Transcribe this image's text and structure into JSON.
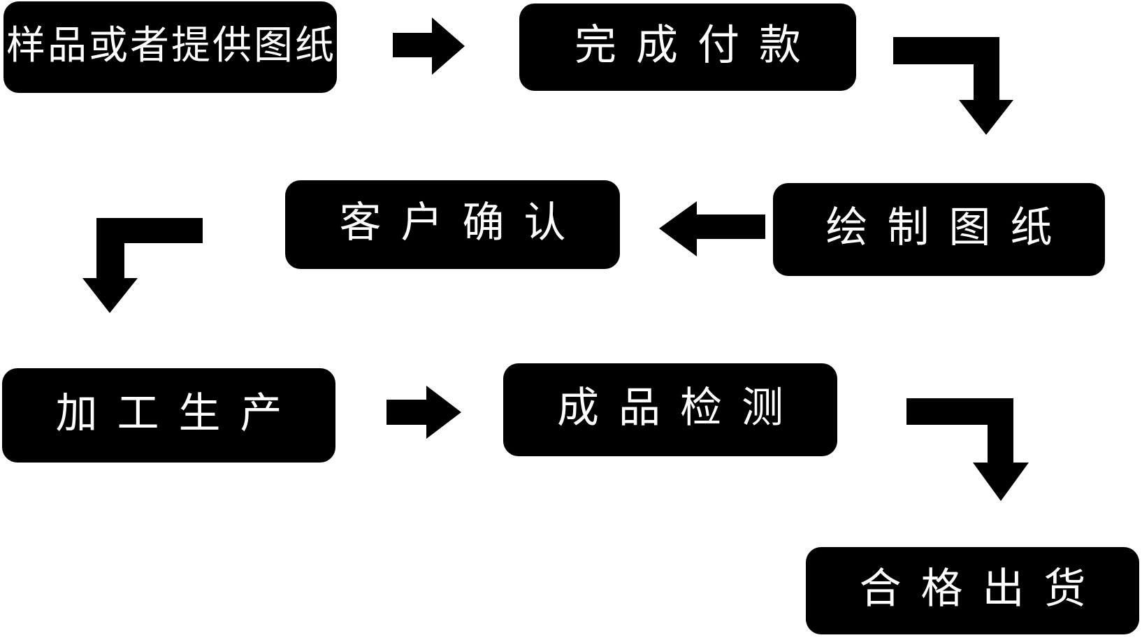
{
  "diagram": {
    "title": "production-process-flowchart",
    "background_color": "#ffffff",
    "node_color": "#000000",
    "text_color": "#ffffff",
    "nodes": [
      {
        "id": "step-1",
        "label": "样品或者提供图纸"
      },
      {
        "id": "step-2",
        "label": "完成付款"
      },
      {
        "id": "step-3",
        "label": "绘制图纸"
      },
      {
        "id": "step-4",
        "label": "客户确认"
      },
      {
        "id": "step-5",
        "label": "加工生产"
      },
      {
        "id": "step-6",
        "label": "成品检测"
      },
      {
        "id": "step-7",
        "label": "合格出货"
      }
    ],
    "connections": [
      {
        "from": "样品或者提供图纸",
        "to": "完成付款",
        "shape": "straight-right"
      },
      {
        "from": "完成付款",
        "to": "绘制图纸",
        "shape": "elbow-down-right"
      },
      {
        "from": "绘制图纸",
        "to": "客户确认",
        "shape": "straight-left"
      },
      {
        "from": "客户确认",
        "to": "加工生产",
        "shape": "elbow-down-left"
      },
      {
        "from": "加工生产",
        "to": "成品检测",
        "shape": "straight-right"
      },
      {
        "from": "成品检测",
        "to": "合格出货",
        "shape": "elbow-down-right"
      }
    ]
  }
}
